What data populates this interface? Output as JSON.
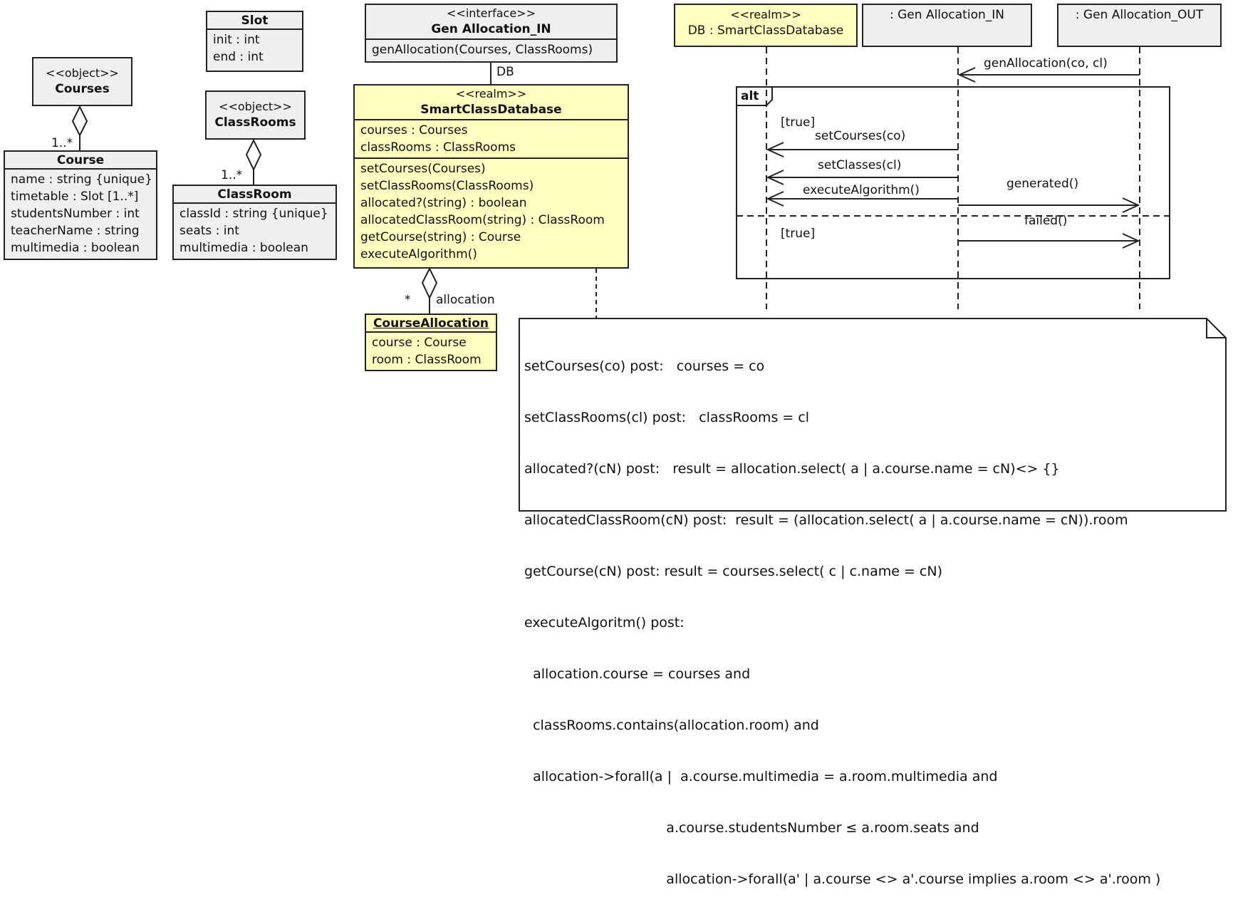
{
  "classes": {
    "courses_obj": {
      "stereotype": "<<object>>",
      "name": "Courses"
    },
    "course": {
      "name": "Course",
      "attributes": [
        "name : string {unique}",
        "timetable : Slot [1..*]",
        "studentsNumber : int",
        "teacherName : string",
        "multimedia : boolean"
      ]
    },
    "slot": {
      "name": "Slot",
      "attributes": [
        "init : int",
        "end : int"
      ]
    },
    "classrooms_obj": {
      "stereotype": "<<object>>",
      "name": "ClassRooms"
    },
    "classroom": {
      "name": "ClassRoom",
      "attributes": [
        "classId : string {unique}",
        "seats : int",
        "multimedia : boolean"
      ]
    },
    "gen_alloc_in": {
      "stereotype": "<<interface>>",
      "name": "Gen Allocation_IN",
      "operations": [
        "genAllocation(Courses, ClassRooms)"
      ]
    },
    "smart_db": {
      "stereotype": "<<realm>>",
      "name": "SmartClassDatabase",
      "attributes": [
        "courses : Courses",
        "classRooms : ClassRooms"
      ],
      "operations": [
        "setCourses(Courses)",
        "setClassRooms(ClassRooms)",
        "allocated?(string) : boolean",
        "allocatedClassRoom(string) : ClassRoom",
        "getCourse(string) : Course",
        "executeAlgorithm()"
      ]
    },
    "course_allocation": {
      "name": "CourseAllocation",
      "attributes": [
        "course : Course",
        "room : ClassRoom"
      ]
    }
  },
  "associations": {
    "courses_mult": "1..*",
    "classrooms_mult": "1..*",
    "db_label": "DB",
    "allocation_mult": "*",
    "allocation_label": "allocation"
  },
  "sequence": {
    "lifelines": [
      {
        "stereotype": "<<realm>>",
        "name": "DB : SmartClassDatabase"
      },
      {
        "name": ": Gen Allocation_IN"
      },
      {
        "name": ": Gen Allocation_OUT"
      }
    ],
    "messages": {
      "gen_allocation": "genAllocation(co, cl)",
      "set_courses": "setCourses(co)",
      "set_classes": "setClasses(cl)",
      "execute_algorithm": "executeAlgorithm()",
      "generated": "generated()",
      "failed": "failed()"
    },
    "fragment": {
      "operator": "alt",
      "guard1": "[true]",
      "guard2": "[true]"
    }
  },
  "note": {
    "lines": [
      "setCourses(co) post:   courses = co",
      "setClassRooms(cl) post:   classRooms = cl",
      "allocated?(cN) post:   result = allocation.select( a | a.course.name = cN)<> {}",
      "allocatedClassRoom(cN) post:  result = (allocation.select( a | a.course.name = cN)).room",
      "getCourse(cN) post: result = courses.select( c | c.name = cN)",
      "executeAlgoritm() post:",
      "  allocation.course = courses and",
      "  classRooms.contains(allocation.room) and",
      "  allocation->forall(a |  a.course.multimedia = a.room.multimedia and",
      "                                 a.course.studentsNumber ≤ a.room.seats and",
      "                                 allocation->forall(a' | a.course <> a'.course implies a.room <> a'.room )"
    ]
  }
}
